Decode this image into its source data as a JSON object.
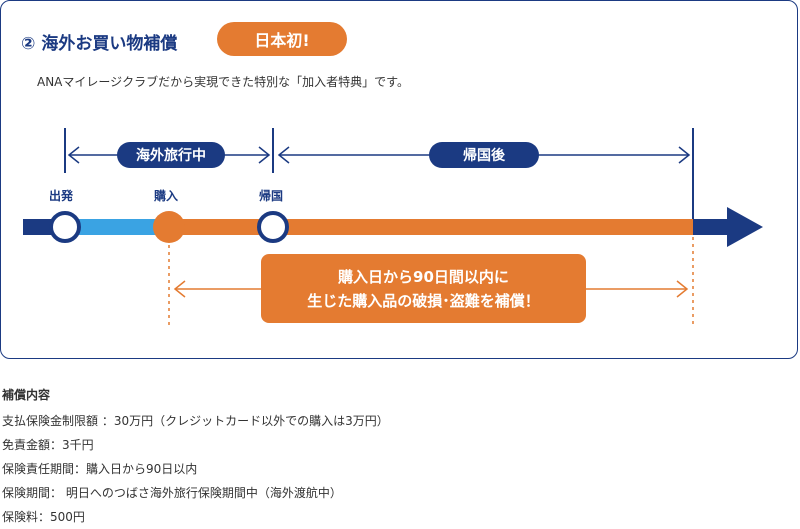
{
  "header": {
    "number": "②",
    "title": "海外お買い物補償",
    "badge": "日本初!",
    "subtitle": "ANAマイレージクラブだから実現できた特別な「加入者特典」です。"
  },
  "timeline": {
    "phase_during_trip": "海外旅行中",
    "phase_after_return": "帰国後",
    "points": {
      "departure": "出発",
      "purchase": "購入",
      "return": "帰国"
    },
    "callout_lines": [
      "購入日から90日間以内に",
      "生じた購入品の破損･盗難を補償！"
    ]
  },
  "details": {
    "heading": "補償内容",
    "rows": [
      "支払保険金制限額 ：30万円（クレジットカード以外での購入は3万円）",
      "免責金額：3千円",
      "保険責任期間：購入日から90日以内",
      "保険期間： 明日へのつばさ海外旅行保険期間中（海外渡航中）",
      "保険料：500円"
    ]
  },
  "colors": {
    "navy": "#1b3a82",
    "orange": "#e47b31",
    "light_blue": "#3aa3e3"
  }
}
